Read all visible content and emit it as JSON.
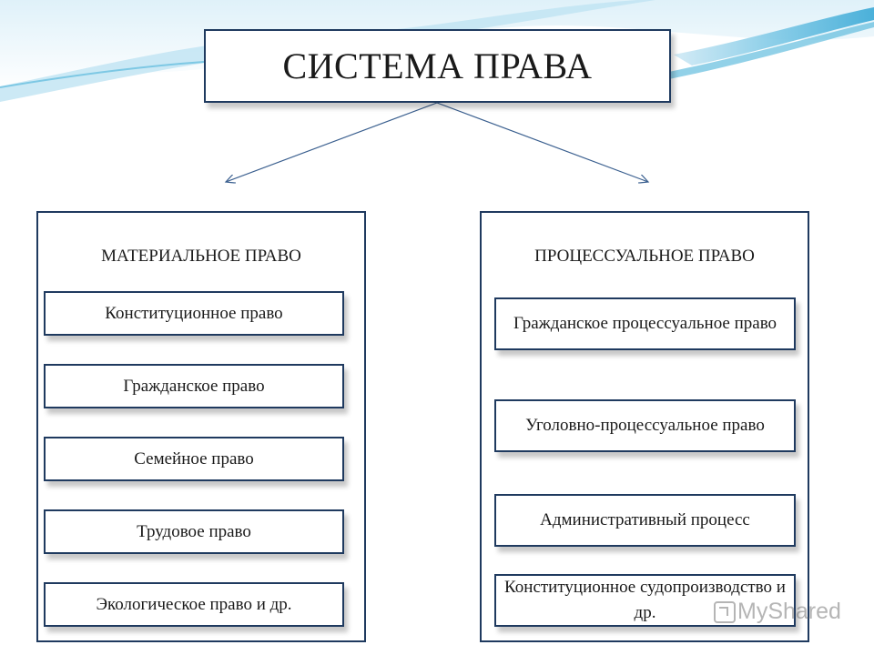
{
  "title": "СИСТЕМА ПРАВА",
  "material": {
    "heading": "МАТЕРИАЛЬНОЕ ПРАВО",
    "items": [
      "Конституционное право",
      "Гражданское право",
      "Семейное право",
      "Трудовое право",
      "Экологическое право и др."
    ]
  },
  "procedural": {
    "heading": "ПРОЦЕССУАЛЬНОЕ ПРАВО",
    "items": [
      "Гражданское процессуальное право",
      "Уголовно-процессуальное право",
      "Административный процесс",
      "Конституционное судопроизводство и др."
    ]
  },
  "watermark": "MyShared",
  "colors": {
    "border": "#1f3a5f",
    "arrow": "#3a5f8f",
    "wave_accent": "#4ab3d9"
  }
}
